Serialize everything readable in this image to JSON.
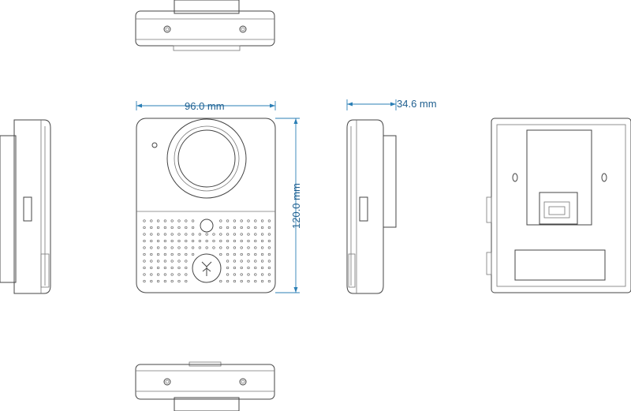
{
  "dimensions": {
    "width_label": "96.0 mm",
    "height_label": "120.0 mm",
    "depth_label": "34.6 mm"
  },
  "colors": {
    "outline": "#444444",
    "dimension": "#2b7fb6",
    "background": "#ffffff"
  }
}
